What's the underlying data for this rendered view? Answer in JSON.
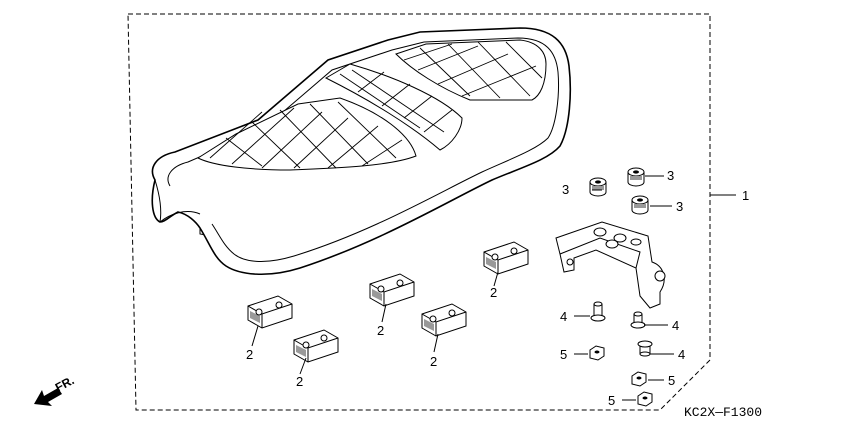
{
  "callouts": {
    "one": "1",
    "two": "2",
    "three": "3",
    "four": "4",
    "five": "5"
  },
  "diagram_code": "KC2X—F1300",
  "direction_label": "FR."
}
